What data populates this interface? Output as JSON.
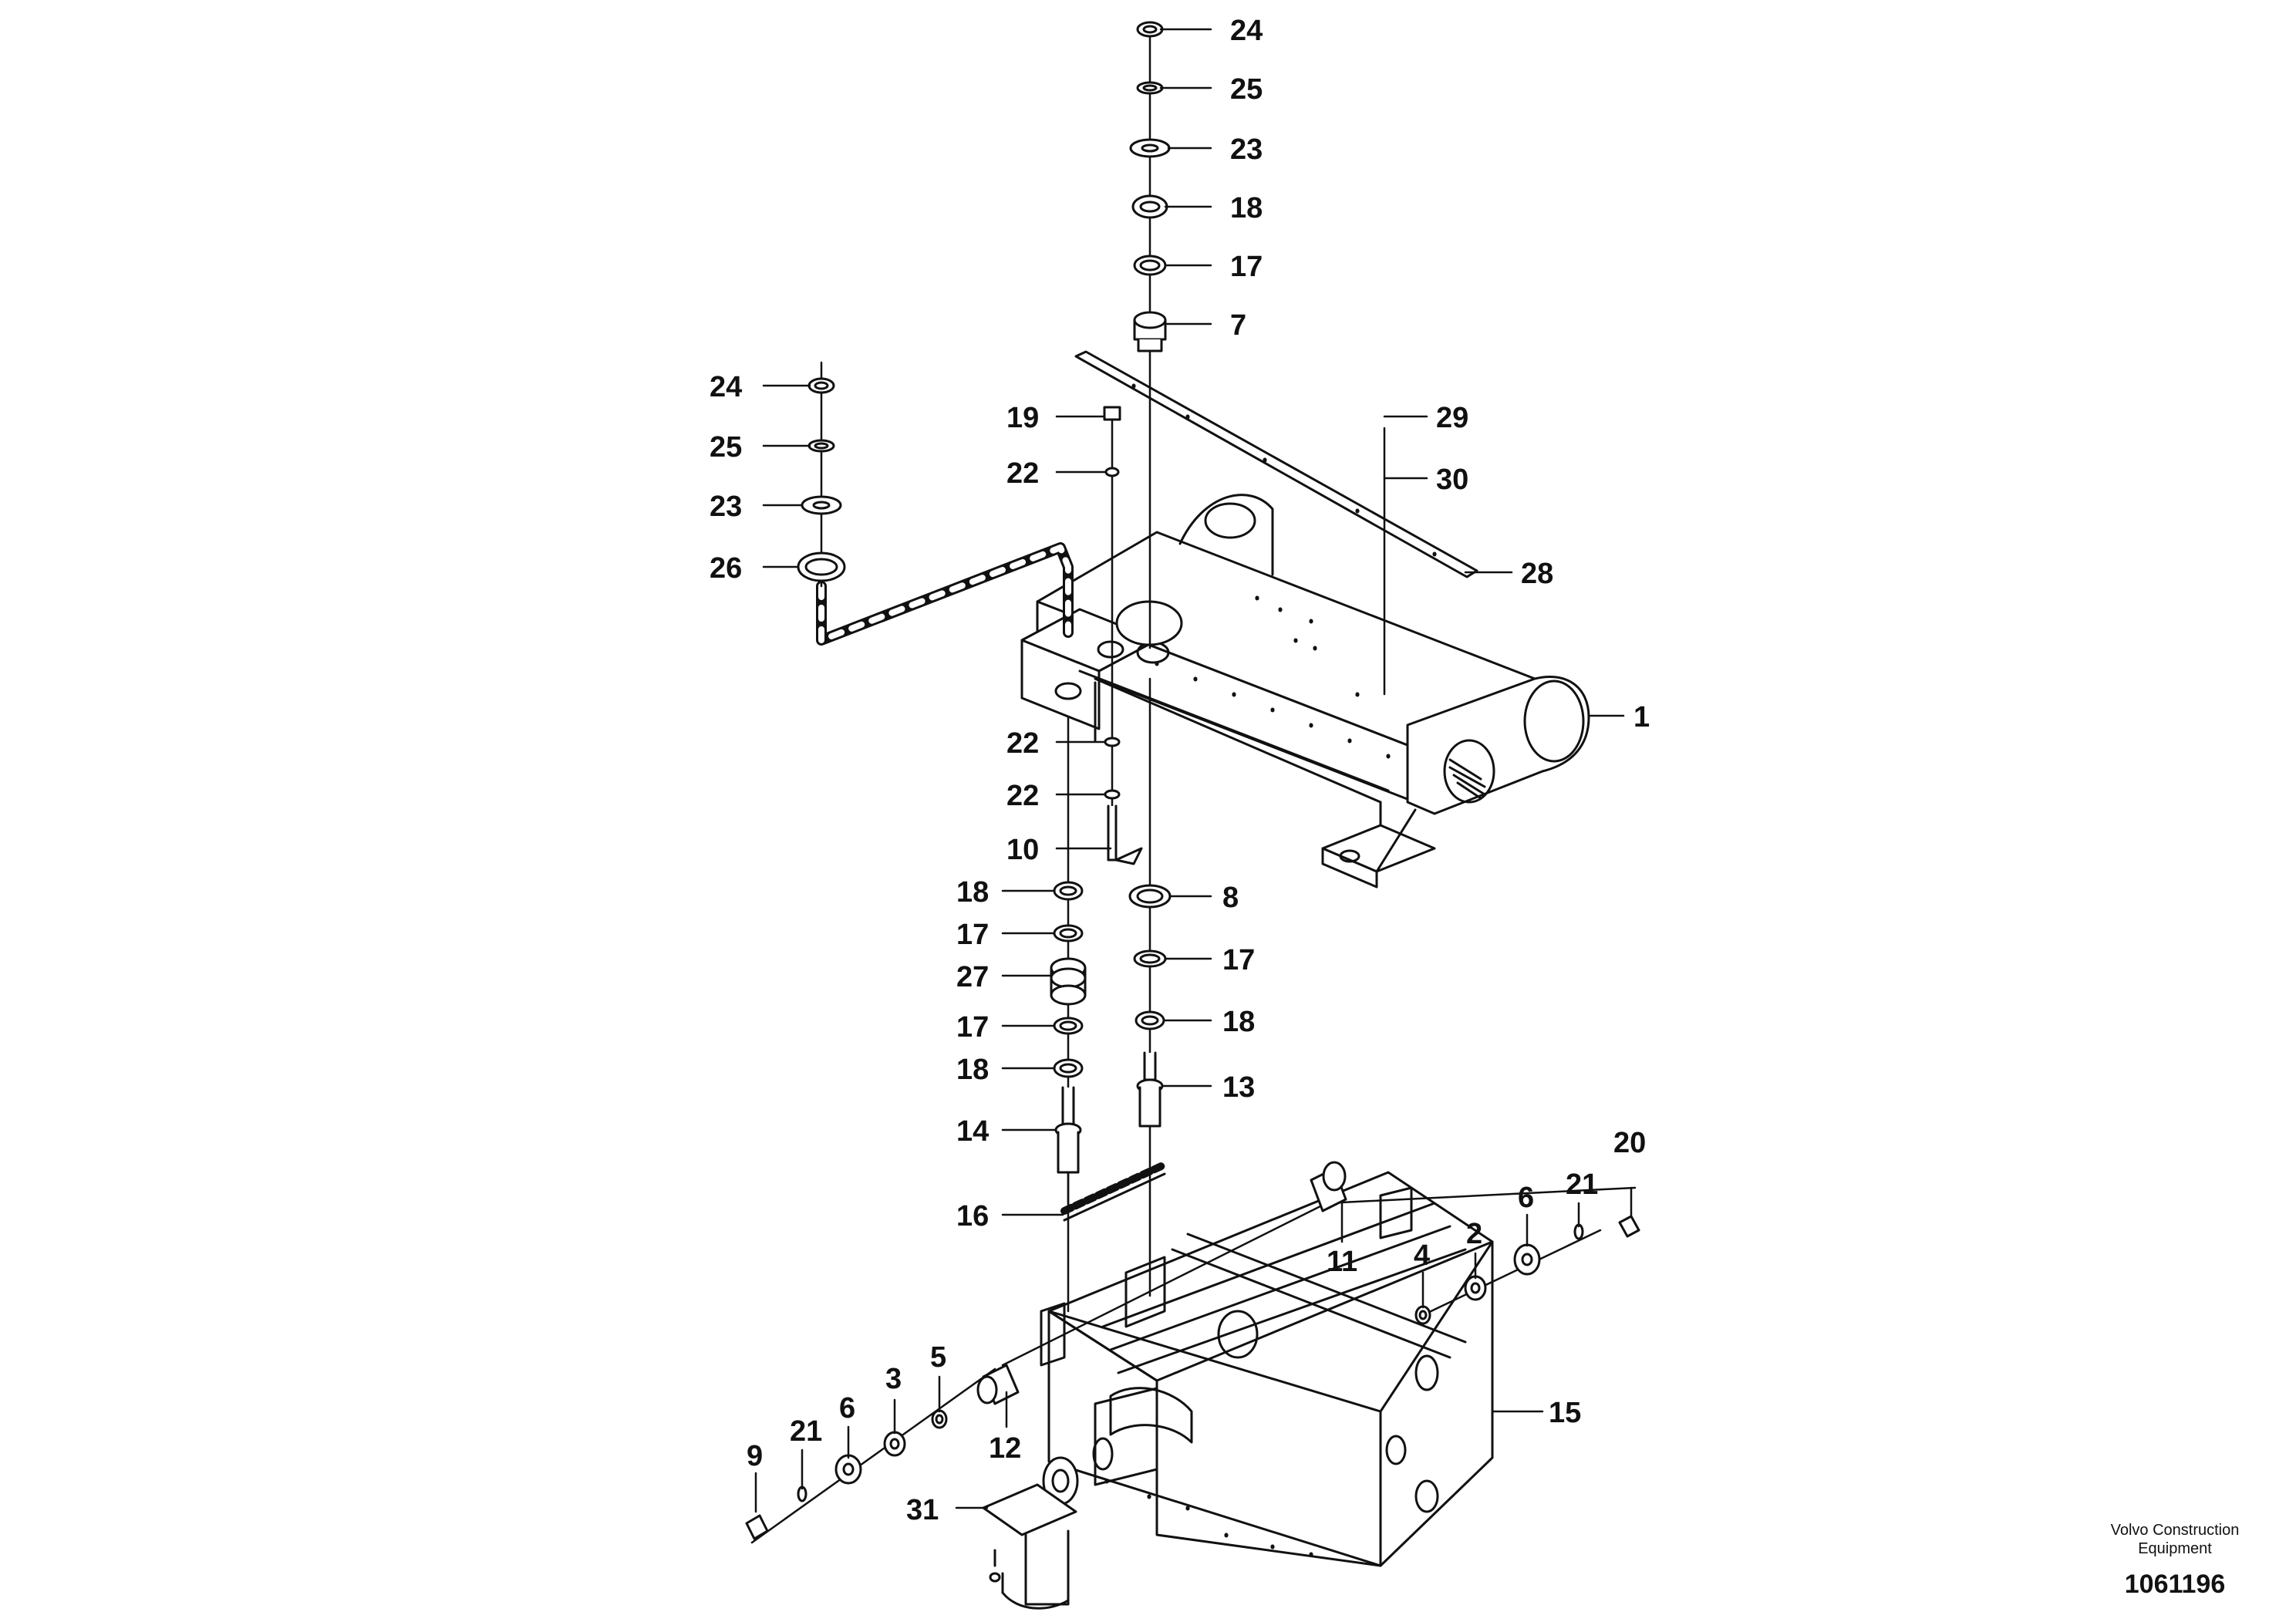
{
  "callouts": {
    "c1": "1",
    "c2": "2",
    "c3": "3",
    "c4": "4",
    "c5": "5",
    "c6a": "6",
    "c6b": "6",
    "c7": "7",
    "c8": "8",
    "c9": "9",
    "c10": "10",
    "c11": "11",
    "c12": "12",
    "c13": "13",
    "c14": "14",
    "c15": "15",
    "c16": "16",
    "c17a": "17",
    "c17b": "17",
    "c17c": "17",
    "c17d": "17",
    "c18a": "18",
    "c18b": "18",
    "c18c": "18",
    "c18d": "18",
    "c19": "19",
    "c20": "20",
    "c21a": "21",
    "c21b": "21",
    "c22a": "22",
    "c22b": "22",
    "c22c": "22",
    "c23a": "23",
    "c23b": "23",
    "c24a": "24",
    "c24b": "24",
    "c25a": "25",
    "c25b": "25",
    "c26": "26",
    "c27": "27",
    "c28": "28",
    "c29": "29",
    "c30": "30",
    "c31": "31"
  },
  "footer": {
    "brand_line1": "Volvo Construction",
    "brand_line2": "Equipment",
    "document_number": "1061196"
  }
}
